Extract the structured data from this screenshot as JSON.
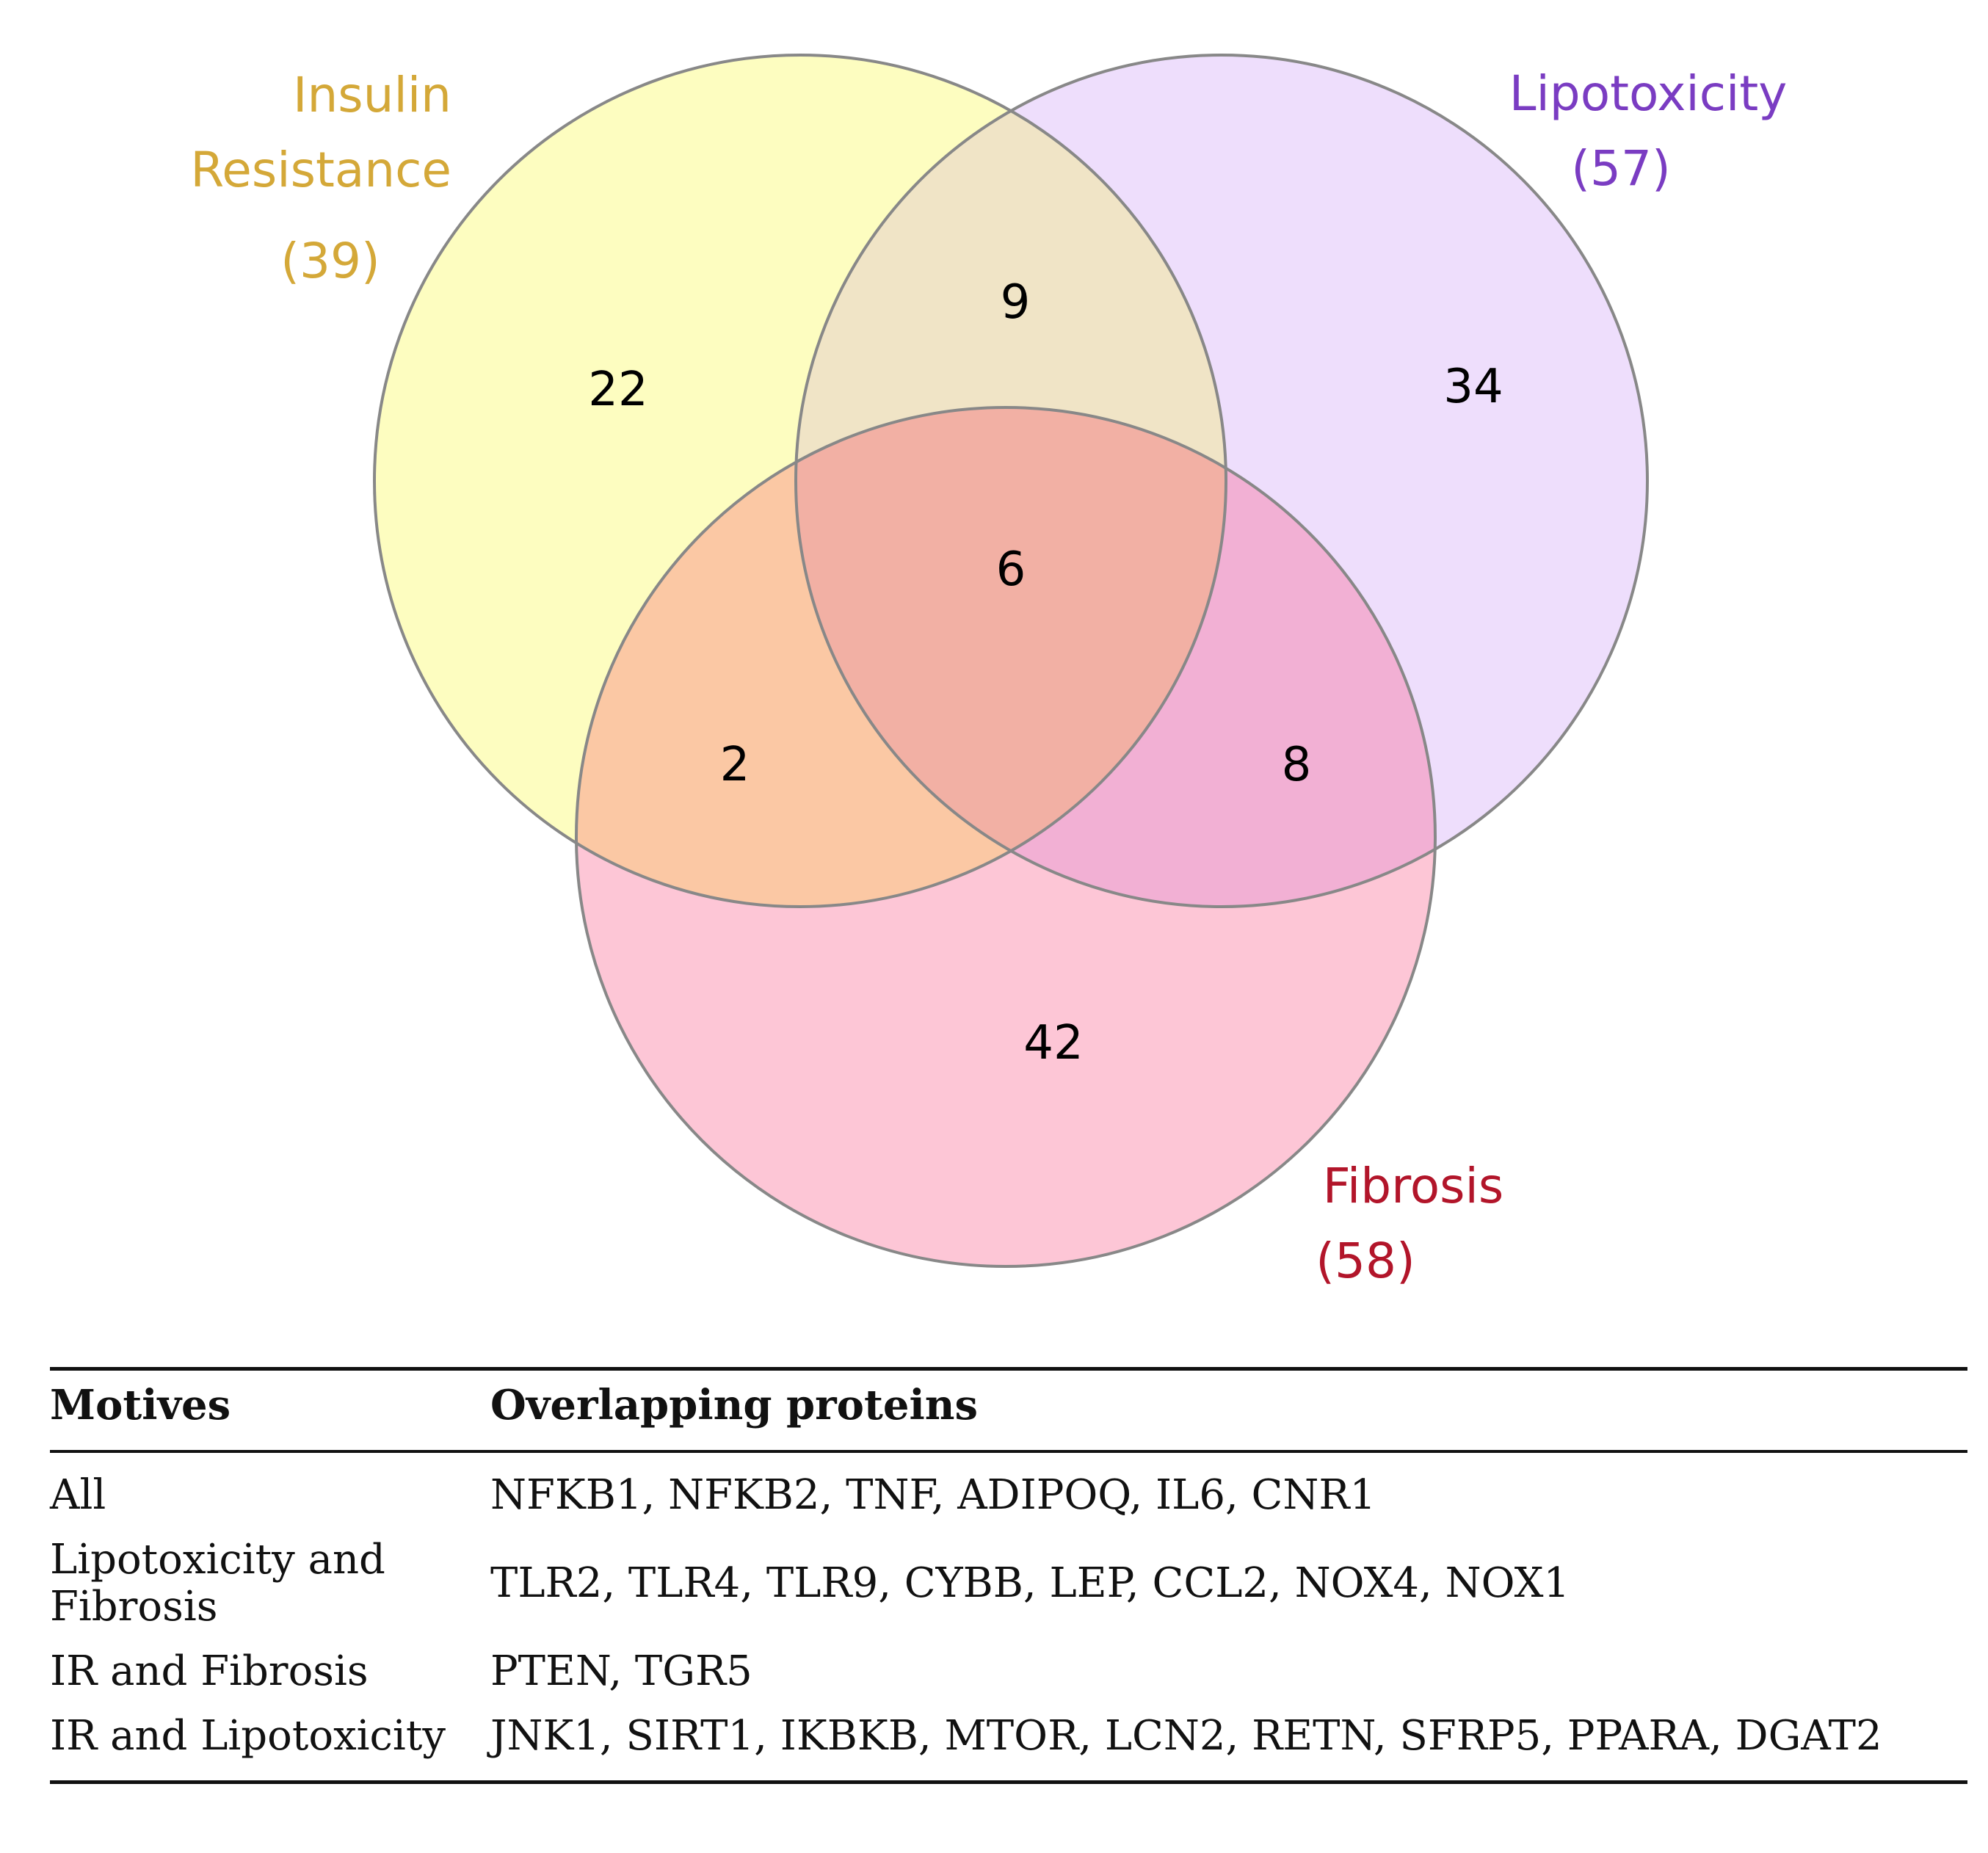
{
  "venn": {
    "sets": [
      {
        "id": "ir",
        "label_lines": [
          "Insulin",
          "Resistance"
        ],
        "count_label": "(39)",
        "fill": "#fdfdc0",
        "label_color": "#d4a838"
      },
      {
        "id": "lipo",
        "label_lines": [
          "Lipotoxicity"
        ],
        "count_label": "(57)",
        "fill": "#eedefc",
        "label_color": "#7a3cc2"
      },
      {
        "id": "fib",
        "label_lines": [
          "Fibrosis"
        ],
        "count_label": "(58)",
        "fill": "#fdc6d6",
        "label_color": "#b2152a"
      }
    ],
    "regions": {
      "ir_only": "22",
      "lipo_only": "34",
      "fib_only": "42",
      "ir_lipo": "9",
      "ir_fib": "2",
      "lipo_fib": "8",
      "all": "6"
    },
    "region_fills": {
      "ir_lipo": "#f0e4c6",
      "ir_fib": "#fbc8a4",
      "lipo_fib": "#f2b0d4",
      "all": "#f2b0a4"
    },
    "outline_color": "#888888"
  },
  "table": {
    "headers": [
      "Motives",
      "Overlapping proteins"
    ],
    "rows": [
      {
        "motive": "All",
        "proteins": "NFKB1, NFKB2, TNF, ADIPOQ, IL6, CNR1"
      },
      {
        "motive": "Lipotoxicity and Fibrosis",
        "proteins": "TLR2, TLR4, TLR9, CYBB, LEP, CCL2, NOX4, NOX1"
      },
      {
        "motive": "IR and Fibrosis",
        "proteins": "PTEN, TGR5"
      },
      {
        "motive": "IR and Lipotoxicity",
        "proteins": "JNK1, SIRT1, IKBKB, MTOR, LCN2, RETN, SFRP5, PPARA, DGAT2"
      }
    ]
  }
}
